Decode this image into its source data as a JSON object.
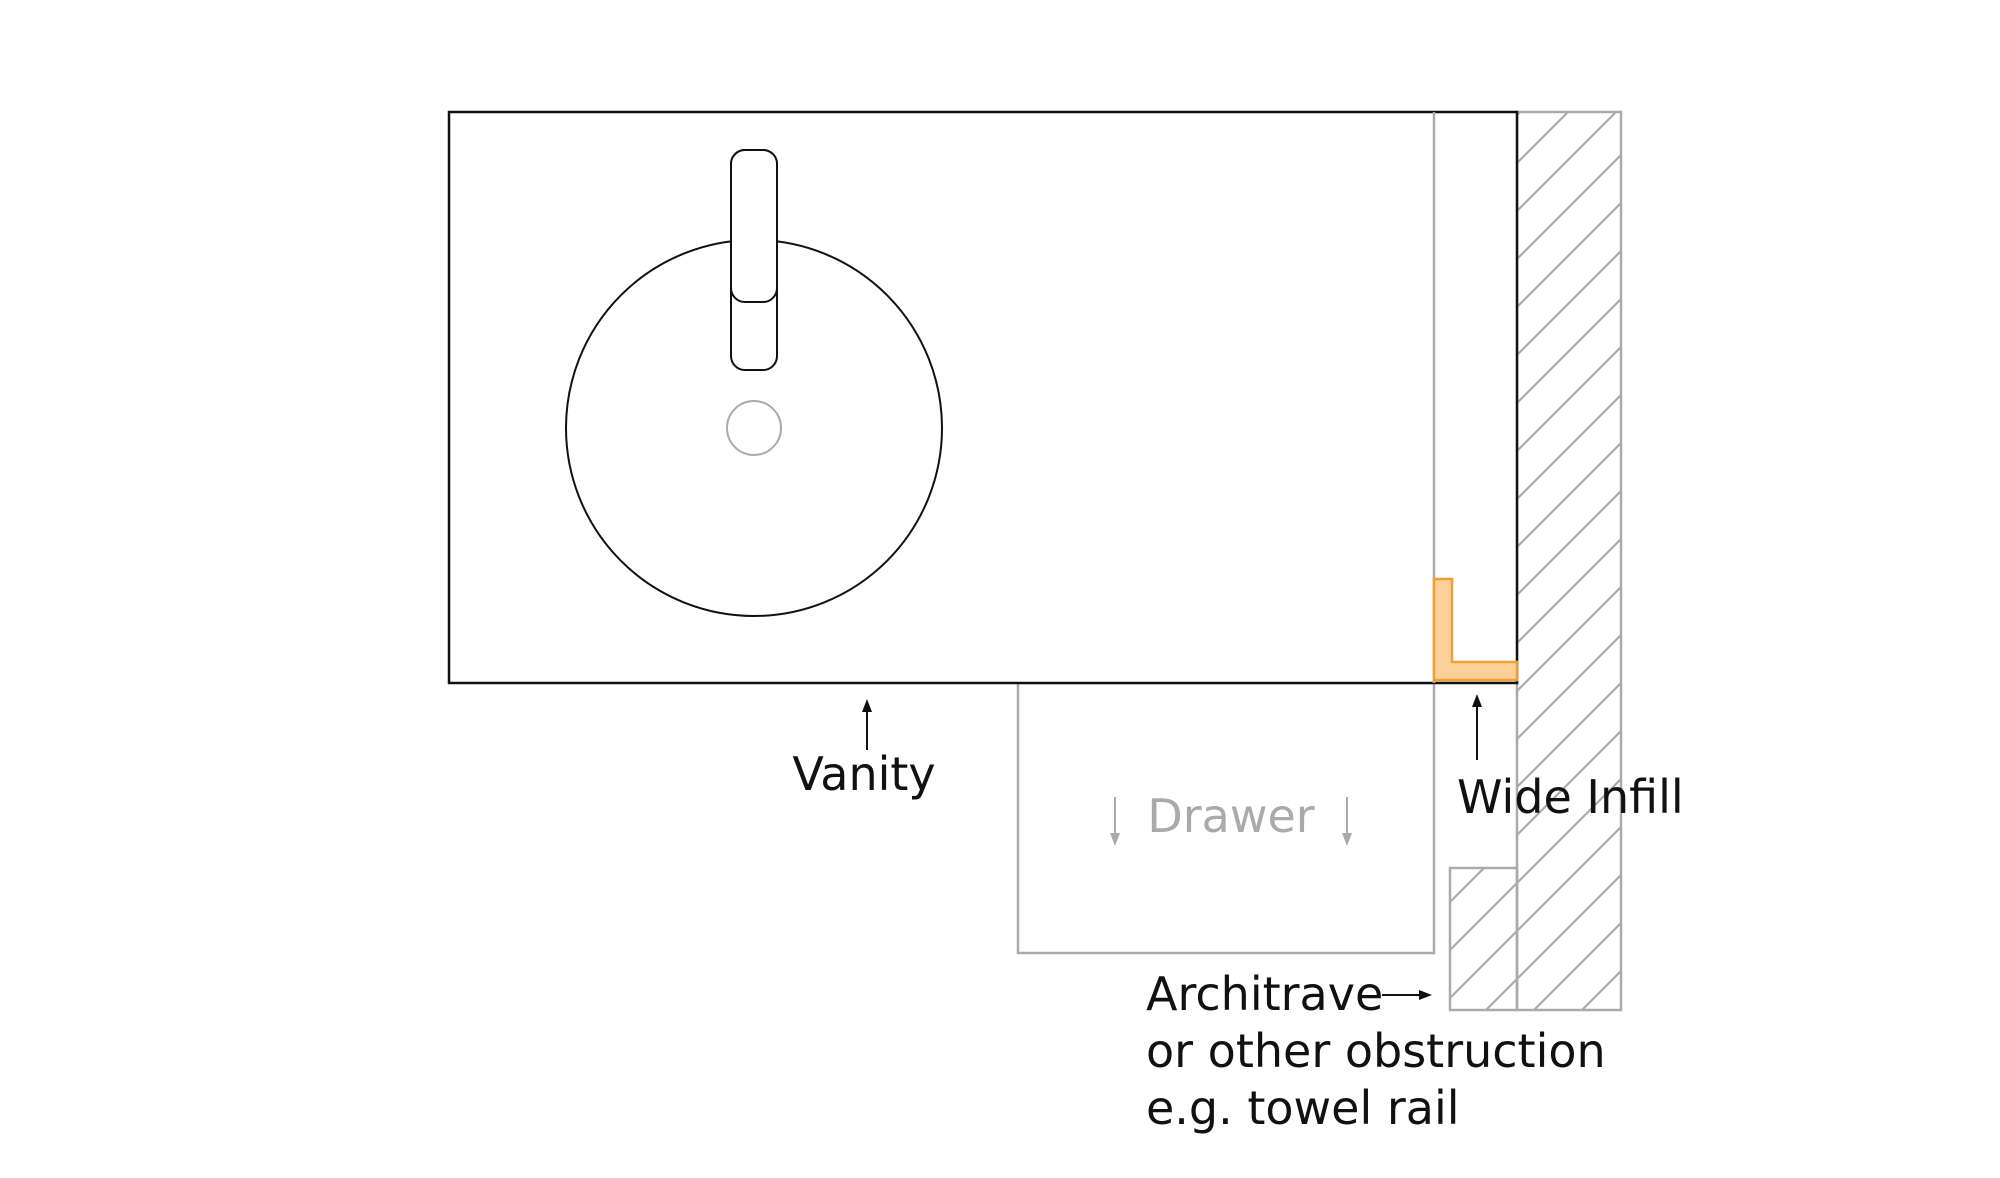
{
  "labels": {
    "vanity": "Vanity",
    "drawer": "Drawer",
    "wide_infill": "Wide Infill",
    "architrave_line1": "Architrave",
    "architrave_line2": "or other obstruction",
    "architrave_line3": "e.g. towel rail"
  },
  "colors": {
    "outline": "#111111",
    "light_line": "#aaaaaa",
    "infill_stroke": "#f0a030",
    "infill_fill": "#fdd09a",
    "background": "#ffffff"
  }
}
